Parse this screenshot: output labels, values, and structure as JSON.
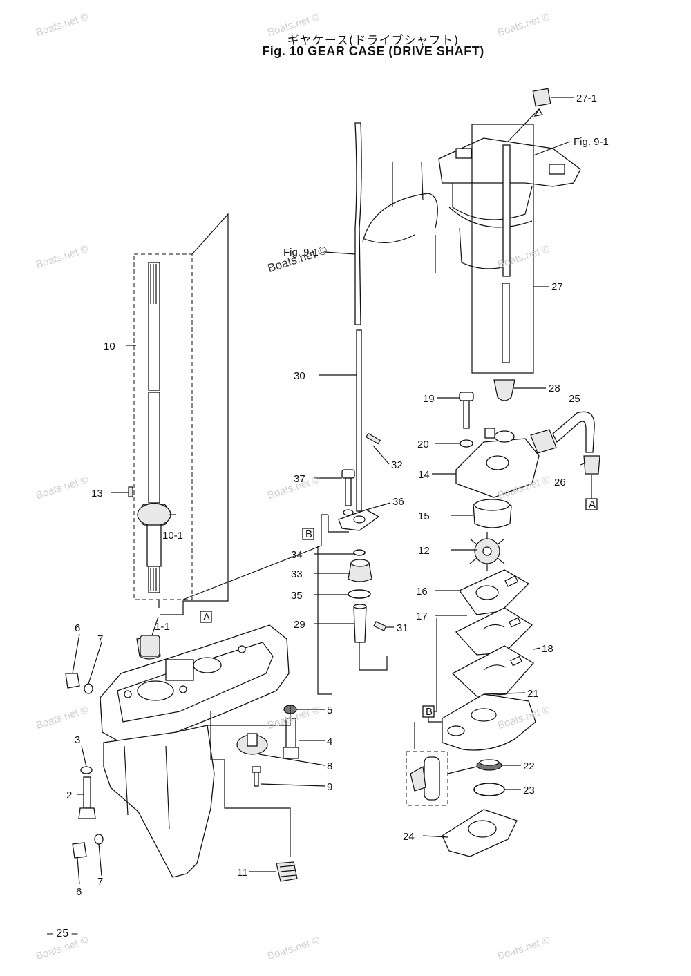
{
  "header": {
    "title_jp": "ギヤケース(ドライブシャフト)",
    "title_en": "Fig. 10    GEAR CASE (DRIVE SHAFT)"
  },
  "page_number": "– 25 –",
  "watermark": {
    "text": "Boats.net ©",
    "overlay_text": "Boats.net ©"
  },
  "callouts": [
    "27-1",
    "Fig. 9-1",
    "Fig. 9-1",
    "27",
    "10",
    "30",
    "28",
    "25",
    "19",
    "20",
    "32",
    "14",
    "26",
    "37",
    "36",
    "13",
    "10-1",
    "15",
    "12",
    "34",
    "33",
    "35",
    "16",
    "17",
    "29",
    "31",
    "18",
    "1-1",
    "6",
    "7",
    "21",
    "5",
    "3",
    "4",
    "8",
    "22",
    "9",
    "23",
    "2",
    "24",
    "11",
    "6",
    "7"
  ],
  "boxed_letters": [
    "A",
    "A",
    "B",
    "B"
  ]
}
